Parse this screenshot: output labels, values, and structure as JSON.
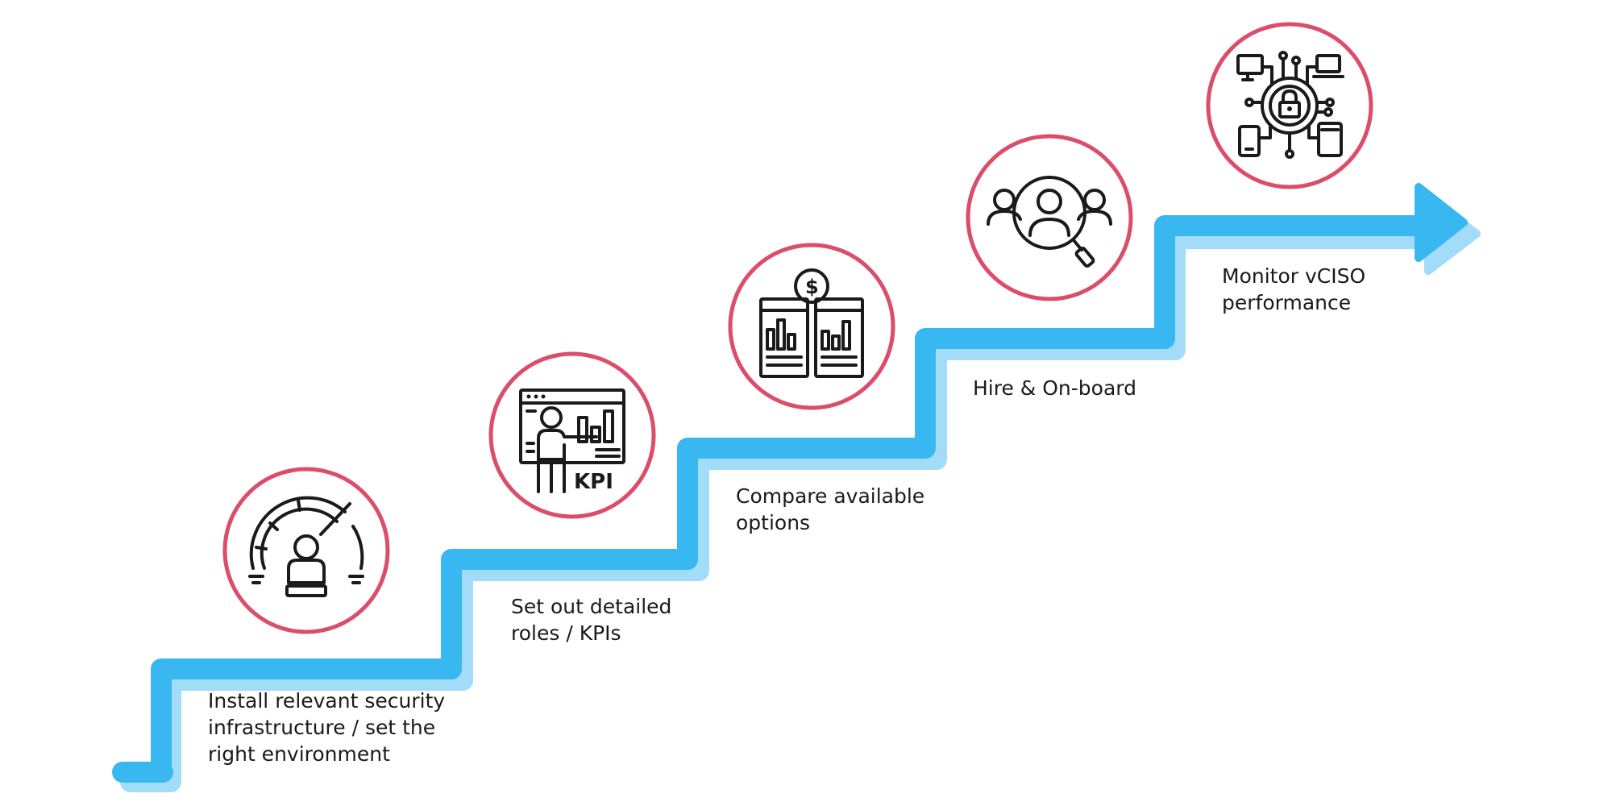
{
  "colors": {
    "path_main": "#39b7f1",
    "path_shadow": "#a2dcf8",
    "ring": "#dc4d6a",
    "icon": "#1a1a1a"
  },
  "steps": [
    {
      "label": "Install relevant security\ninfrastructure / set the\nright environment",
      "icon": "security-gauge-user-icon"
    },
    {
      "label": "Set out detailed\nroles / KPIs",
      "icon": "kpi-presentation-icon"
    },
    {
      "label": "Compare available\noptions",
      "icon": "financial-comparison-icon"
    },
    {
      "label": "Hire & On-board",
      "icon": "candidate-search-icon"
    },
    {
      "label": "Monitor vCISO\nperformance",
      "icon": "network-security-lock-icon"
    }
  ],
  "icon_labels": {
    "kpi": "KPI",
    "dollar": "$"
  }
}
